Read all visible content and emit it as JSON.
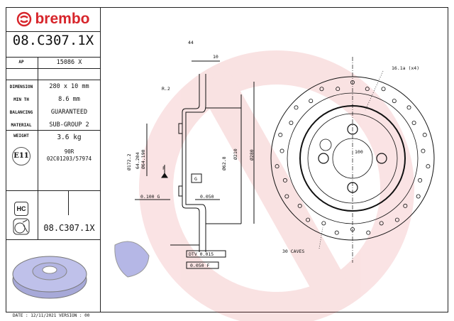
{
  "brand": {
    "name": "brembo",
    "color": "#d7252b"
  },
  "part_number": "08.C307.1X",
  "specs": {
    "ap_label": "AP",
    "ap_value": "15086 X",
    "rows": [
      {
        "label": "DIMENSION",
        "value": "280 x 10 mm"
      },
      {
        "label": "MIN TH",
        "value": "8.6 mm"
      },
      {
        "label": "BALANCING",
        "value": "GUARANTEED"
      },
      {
        "label": "MATERIAL",
        "value": "SUB-GROUP 2"
      }
    ],
    "weight_label": "WEIGHT",
    "weight_value": "3.6 kg",
    "approval_badge": "E11",
    "approval_code": "90R",
    "approval_number": "02C01203/57974",
    "hc_badge": "HC",
    "part_number_repeat": "08.C307.1X"
  },
  "footer": "DATE : 12/11/2021 VERSION : 00",
  "drawing": {
    "dim_44": "44",
    "dim_10": "10",
    "radius": "R.2",
    "dia_172": "Ø172.2",
    "dia_64a": "64.204",
    "dia_64b": "Ø64.190",
    "datum_f": "F",
    "datum_g": "G",
    "tol_left": "0.100 G",
    "tol_right": "0.050",
    "dia_62": "Ø62.8",
    "dia_210": "Ø210",
    "dia_280": "Ø280",
    "dtv": "DTV 0.015",
    "runout": "0.050 F",
    "hole_note": "16.1a (x4)",
    "pcd": "100",
    "caves": "30 CAVES"
  }
}
